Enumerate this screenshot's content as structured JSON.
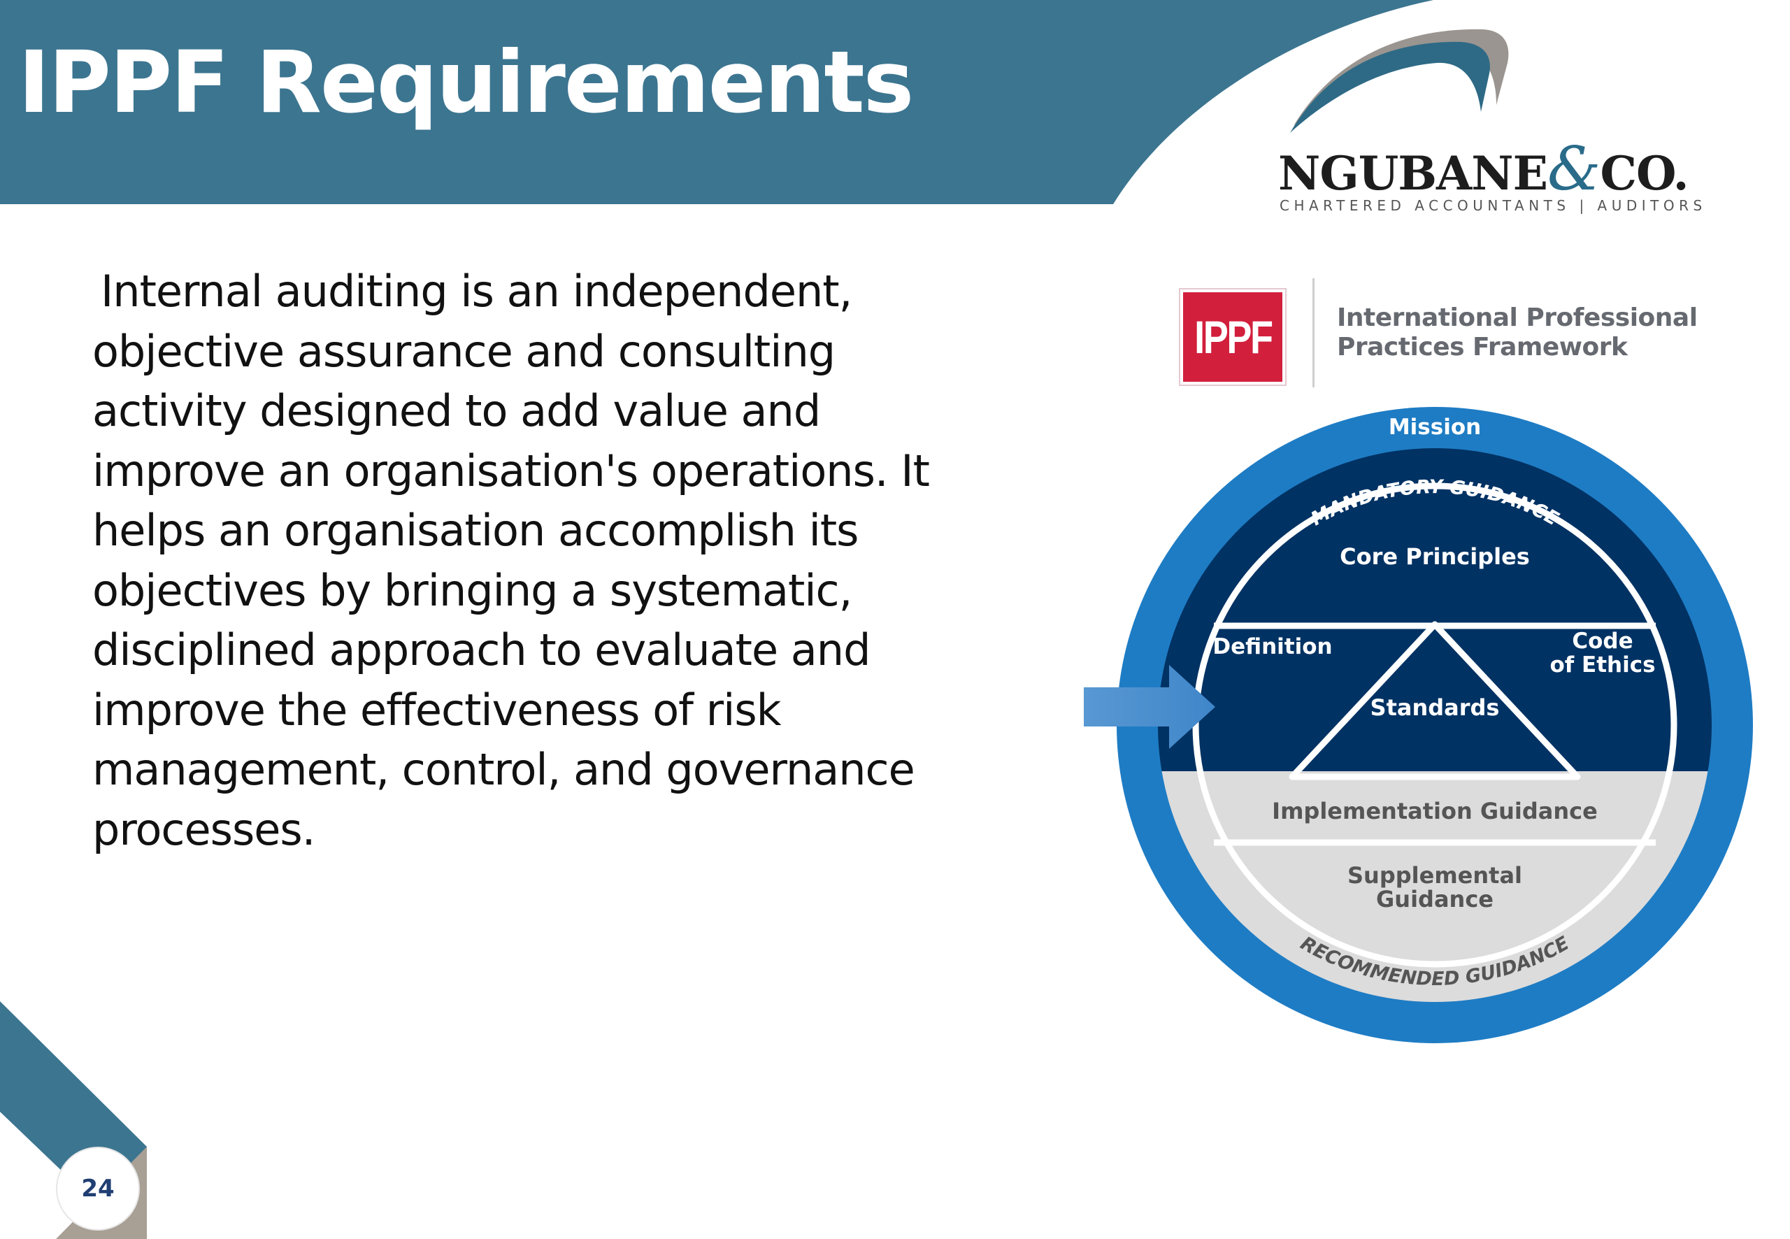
{
  "slide": {
    "title": "IPPF Requirements",
    "body": "Internal auditing is an independent, objective assurance and consulting activity designed to add value and improve an organisation's operations. It helps an organisation accomplish its objectives by bringing a systematic, disciplined approach to evaluate and improve the effectiveness of risk management, control, and governance processes.",
    "page_number": "24"
  },
  "logo": {
    "name_left": "NGUBANE",
    "ampersand": "&",
    "name_right": "CO.",
    "tagline": "CHARTERED ACCOUNTANTS | AUDITORS"
  },
  "ippf": {
    "badge": "IPPF",
    "full_name": "International Professional Practices Framework"
  },
  "diagram": {
    "mission": "Mission",
    "mandatory": "MANDATORY GUIDANCE",
    "core_principles": "Core Principles",
    "definition": "Definition",
    "code_line1": "Code",
    "code_line2": "of Ethics",
    "standards": "Standards",
    "implementation": "Implementation Guidance",
    "supplemental_line1": "Supplemental",
    "supplemental_line2": "Guidance",
    "recommended": "RECOMMENDED GUIDANCE"
  },
  "colors": {
    "header_teal": "#3c7590",
    "ring_blue": "#1e7cc4",
    "navy": "#003263",
    "light_gray": "#dcdcdc",
    "badge_red": "#d21f3c"
  }
}
